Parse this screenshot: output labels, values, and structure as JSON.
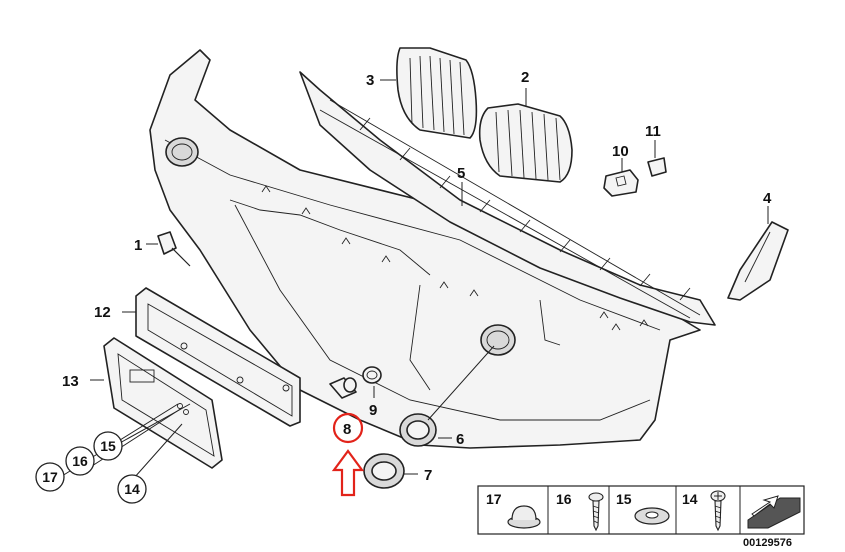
{
  "callouts": {
    "p1": "1",
    "p2": "2",
    "p3": "3",
    "p4": "4",
    "p5": "5",
    "p6": "6",
    "p7": "7",
    "p8": "8",
    "p9": "9",
    "p10": "10",
    "p11": "11",
    "p12": "12",
    "p13": "13",
    "p14": "14",
    "p15": "15",
    "p16": "16",
    "p17": "17"
  },
  "legend": {
    "items": [
      "17",
      "16",
      "15",
      "14"
    ]
  },
  "diagram_code": "00129576",
  "colors": {
    "highlight": "#e2231a",
    "line": "#222222"
  }
}
